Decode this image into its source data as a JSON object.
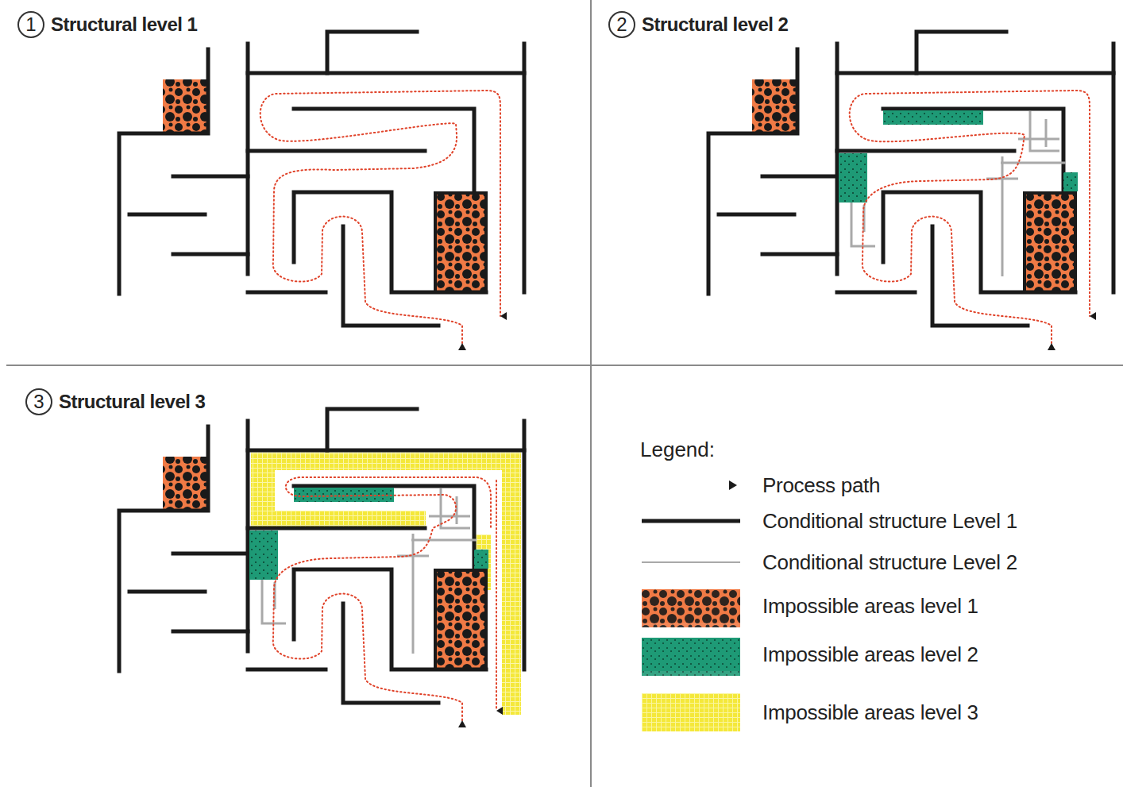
{
  "diagram": {
    "nodes": [
      {
        "text": [
          "1",
          "Structural level 1"
        ]
      },
      {
        "text": [
          "2",
          "Structural level 2"
        ]
      },
      {
        "text": [
          "3",
          "Structural level 3"
        ]
      }
    ],
    "labels": [
      "Legend:"
    ],
    "legend": [
      {
        "text": "Process path"
      },
      {
        "text": "Conditional structure Level 1"
      },
      {
        "text": "Conditional structure Level 2"
      },
      {
        "text": "Impossible areas level 1",
        "color": "#f07a45"
      },
      {
        "text": "Impossible areas level 2",
        "color": "#1e9a76"
      },
      {
        "text": "Impossible areas level 3",
        "color": "#f4e83a"
      }
    ]
  }
}
